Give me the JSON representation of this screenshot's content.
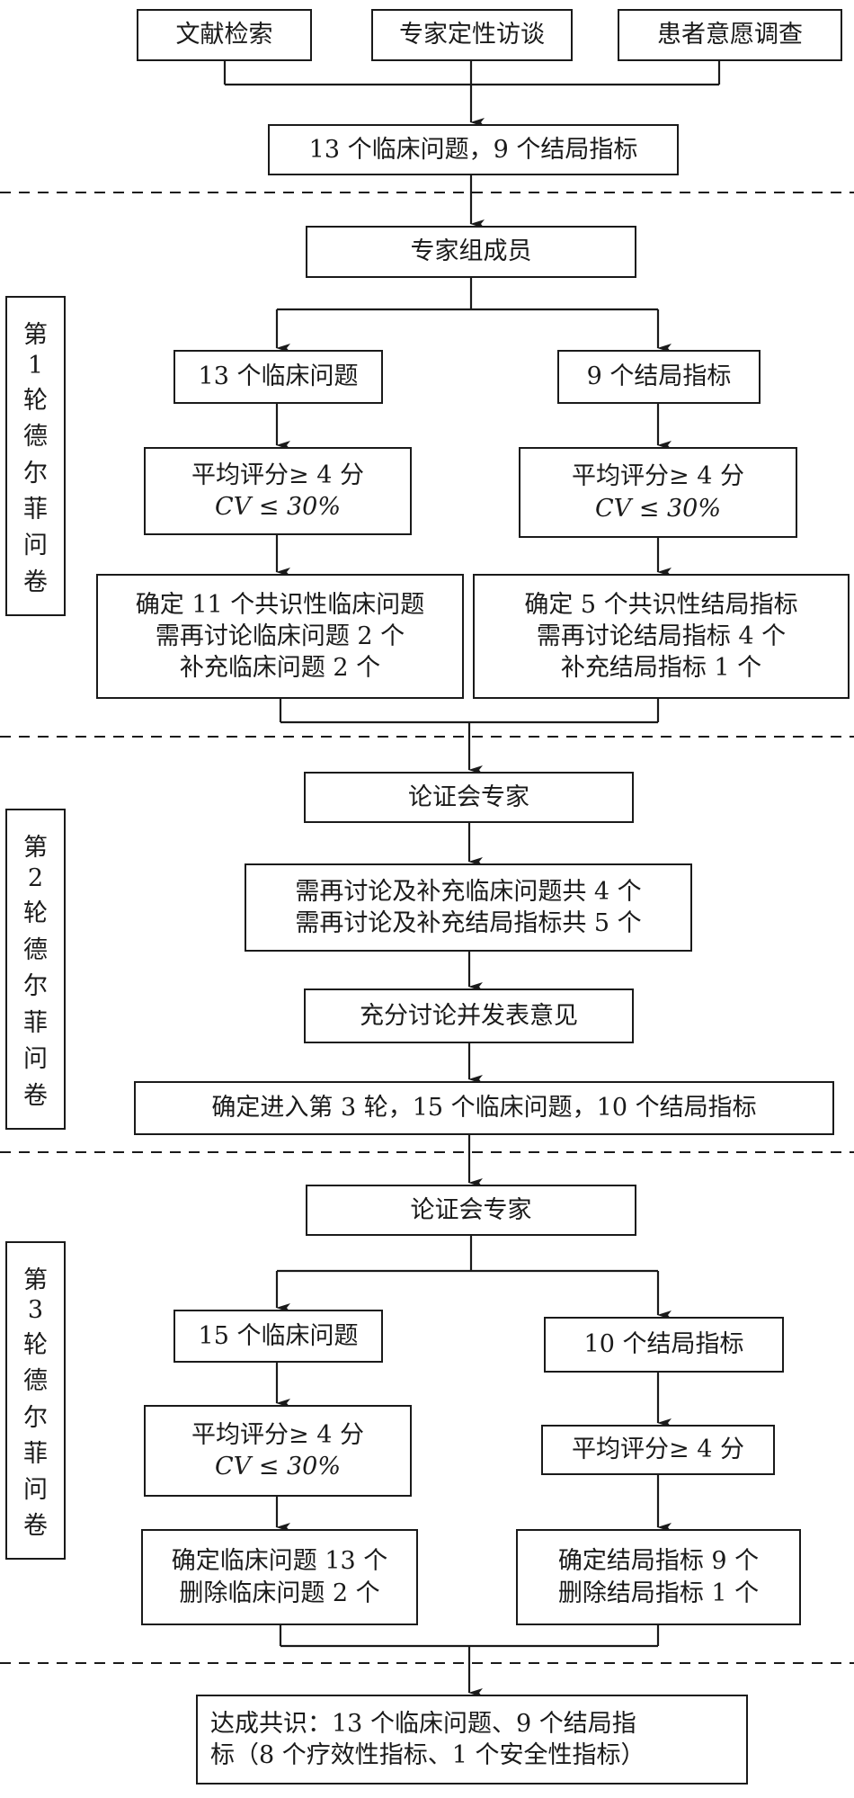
{
  "sources": [
    "文献检索",
    "专家定性访谈",
    "患者意愿调查"
  ],
  "initial_pool": "13 个临床问题，9 个结局指标",
  "round1": {
    "label": [
      "第",
      "1",
      "轮",
      "德",
      "尔",
      "菲",
      "问",
      "卷"
    ],
    "experts": "专家组成员",
    "left": {
      "items": "13 个临床问题",
      "criteria": [
        "平均评分≥ 4 分",
        "CV ≤ 30%"
      ],
      "result": [
        "确定 11 个共识性临床问题",
        "需再讨论临床问题 2 个",
        "补充临床问题 2 个"
      ]
    },
    "right": {
      "items": "9 个结局指标",
      "criteria": [
        "平均评分≥ 4 分",
        "CV ≤ 30%"
      ],
      "result": [
        "确定 5 个共识性结局指标",
        "需再讨论结局指标 4 个",
        "补充结局指标 1 个"
      ]
    }
  },
  "round2": {
    "label": [
      "第",
      "2",
      "轮",
      "德",
      "尔",
      "菲",
      "问",
      "卷"
    ],
    "experts": "论证会专家",
    "pending": [
      "需再讨论及补充临床问题共 4 个",
      "需再讨论及补充结局指标共 5 个"
    ],
    "discussion": "充分讨论并发表意见",
    "result": "确定进入第 3 轮，15 个临床问题，10 个结局指标"
  },
  "round3": {
    "label": [
      "第",
      "3",
      "轮",
      "德",
      "尔",
      "菲",
      "问",
      "卷"
    ],
    "experts": "论证会专家",
    "left": {
      "items": "15 个临床问题",
      "criteria": [
        "平均评分≥ 4 分",
        "CV ≤ 30%"
      ],
      "result": [
        "确定临床问题 13 个",
        "删除临床问题 2 个"
      ]
    },
    "right": {
      "items": "10 个结局指标",
      "criteria": [
        "平均评分≥ 4 分"
      ],
      "result": [
        "确定结局指标 9 个",
        "删除结局指标 1 个"
      ]
    }
  },
  "final": [
    "达成共识：13 个临床问题、9 个结局指",
    "标（8 个疗效性指标、1 个安全性指标）"
  ]
}
